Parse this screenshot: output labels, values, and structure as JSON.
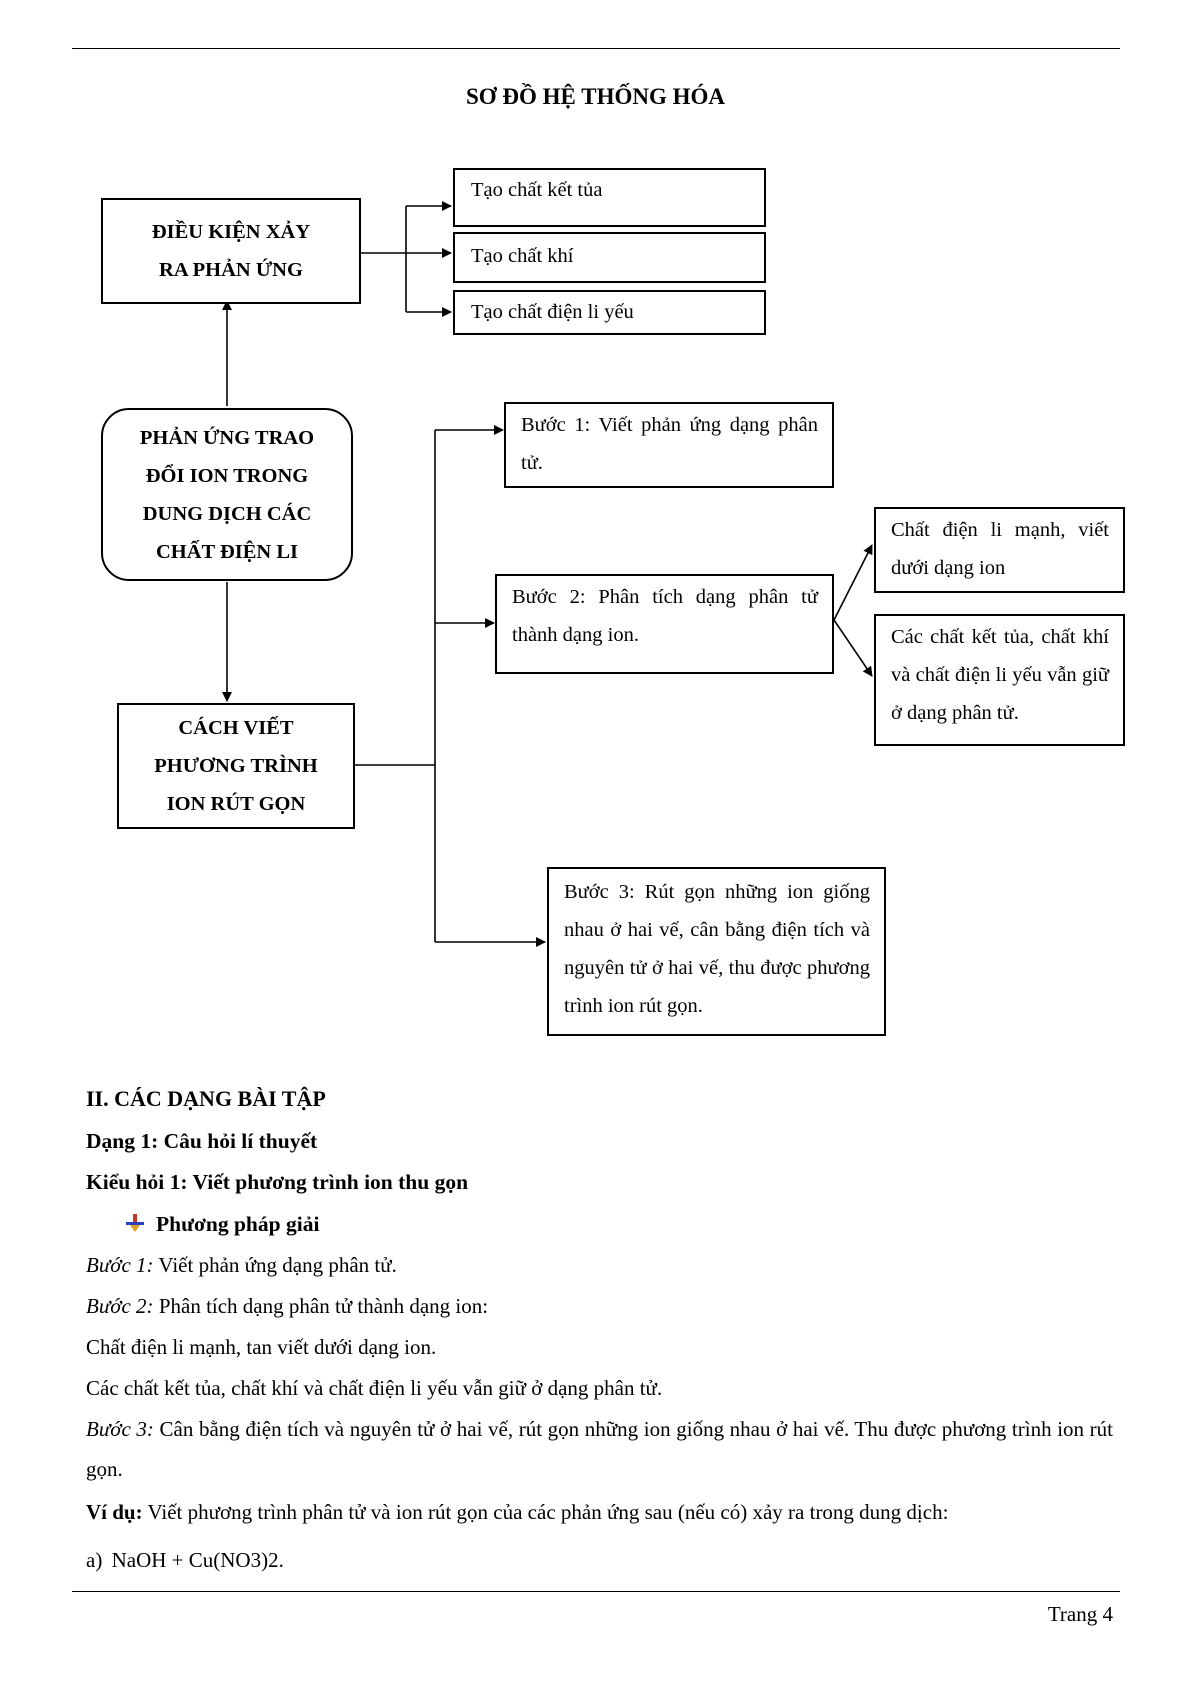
{
  "header": {
    "title": "SƠ ĐỒ HỆ THỐNG HÓA"
  },
  "diagram": {
    "center": [
      "PHẢN ỨNG TRAO",
      "ĐỔI ION TRONG",
      "DUNG DỊCH CÁC",
      "CHẤT ĐIỆN LI"
    ],
    "conditions": [
      "ĐIỀU KIỆN XẢY",
      "RA PHẢN ỨNG"
    ],
    "condition_items": [
      "Tạo chất kết tủa",
      "Tạo chất khí",
      "Tạo chất điện li yếu"
    ],
    "method": [
      "CÁCH VIẾT",
      "PHƯƠNG TRÌNH",
      "ION RÚT GỌN"
    ],
    "step1": "Bước 1: Viết phản ứng dạng phân tử.",
    "step2": "Bước 2: Phân tích dạng phân tử thành dạng ion.",
    "step2a": "Chất điện li mạnh, viết dưới dạng ion",
    "step2b": "Các chất kết tủa, chất khí và chất điện li yếu vẫn giữ ở dạng phân tử.",
    "step3": "Bước 3: Rút gọn những ion giống nhau ở hai vế, cân bằng điện tích và nguyên tử ở hai vế, thu được phương trình ion rút gọn."
  },
  "body": {
    "section": "II. CÁC DẠNG BÀI TẬP",
    "type1": "Dạng 1: Câu hỏi lí thuyết",
    "question_kind": "Kiểu hỏi 1: Viết phương trình ion thu gọn",
    "method_heading": "Phương pháp giải",
    "s1_label": "Bước 1:",
    "s1_text": " Viết phản ứng dạng phân tử.",
    "s2_label": "Bước 2:",
    "s2_text": " Phân tích dạng phân tử thành dạng ion:",
    "s2_line1": "Chất điện li mạnh, tan viết dưới dạng ion.",
    "s2_line2": "Các chất kết tủa, chất khí và chất điện li yếu vẫn giữ ở dạng phân tử.",
    "s3_label": "Bước 3:",
    "s3_text": " Cân bằng điện tích và nguyên tử ở hai vế, rút gọn những ion giống nhau ở hai vế. Thu được phương trình ion rút gọn.",
    "example_label": "Ví dụ:",
    "example_text": " Viết phương trình phân tử và ion rút gọn của các phản ứng sau (nếu có) xảy ra trong dung dịch:",
    "item_a_label": "a)",
    "item_a_formula": "NaOH + Cu(NO3)2"
  },
  "footer": {
    "page": "Trang 4"
  }
}
